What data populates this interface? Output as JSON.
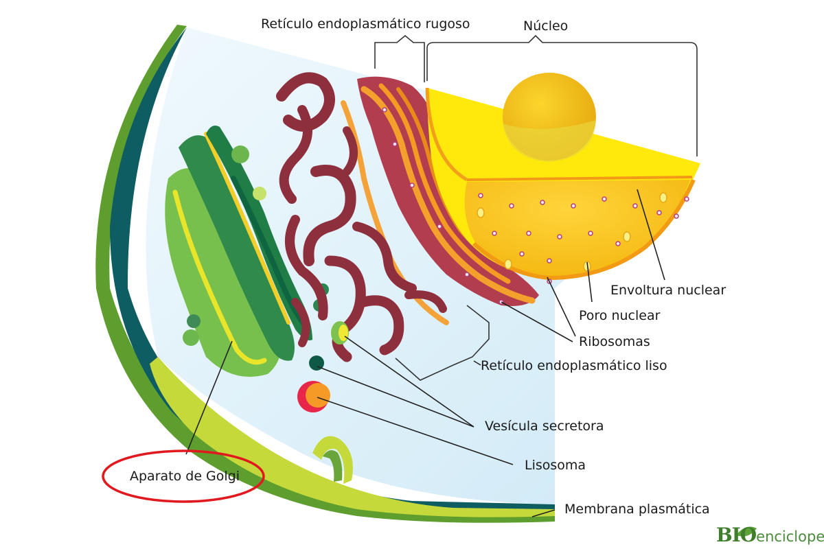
{
  "labels": {
    "reticulo_rugoso": "Retículo endoplasmático rugoso",
    "nucleo": "Núcleo",
    "envoltura_nuclear": "Envoltura nuclear",
    "poro_nuclear": "Poro nuclear",
    "ribosomas": "Ribosomas",
    "reticulo_liso": "Retículo endoplasmático liso",
    "vesicula_secretora": "Vesícula secretora",
    "lisosoma": "Lisosoma",
    "membrana_plasmatica": "Membrana plasmática",
    "aparato_golgi": "Aparato de Golgi"
  },
  "logo": {
    "bio": "BIO",
    "rest": "enciclopedia"
  },
  "colors": {
    "highlight_ellipse": "#e0191e",
    "membrane_outer": "#c6d93a",
    "membrane_dark": "#0d5c63",
    "nucleus_yellow": "#ffe90c",
    "nucleolus": "#f5c40f",
    "rough_er": "#a23b4b",
    "golgi_green": "#5fb04a",
    "cytoplasm": "#d7eef9"
  }
}
